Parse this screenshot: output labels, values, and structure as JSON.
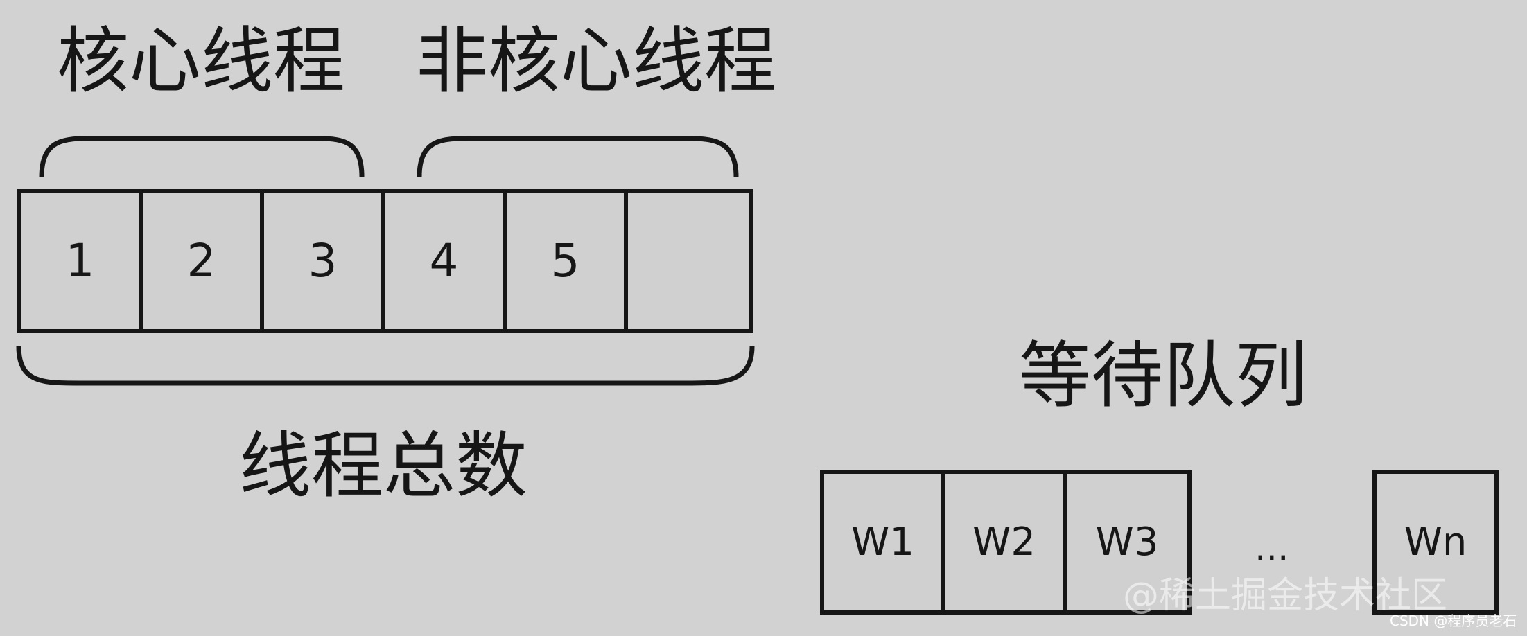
{
  "title_core": "核心线程",
  "title_noncore": "非核心线程",
  "title_total": "线程总数",
  "title_queue": "等待队列",
  "thread_slots": [
    "1",
    "2",
    "3",
    "4",
    "5",
    ""
  ],
  "queue_slots": [
    "W1",
    "W2",
    "W3"
  ],
  "queue_ellipsis": "...",
  "queue_last": "Wn",
  "watermark": "@稀土掘金技术社区",
  "csdn_credit": "CSDN @程序员老石"
}
